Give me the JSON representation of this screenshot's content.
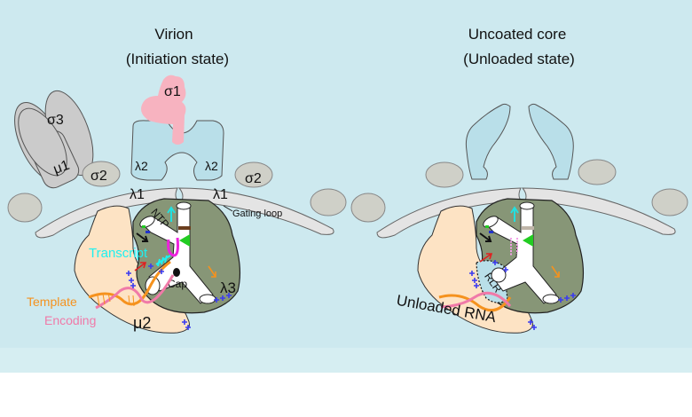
{
  "colors": {
    "background": "#d4ecf1",
    "capsid_grey": "#e4e4e4",
    "sigma2_grey": "#cfd0c8",
    "lambda2_blue": "#b9dfe9",
    "sigma1_pink": "#f7b3c0",
    "lambda3_olive": "#879677",
    "mu2_peach": "#fde3c4",
    "transcript_cyan": "#1ef0f0",
    "template_orange": "#f5921e",
    "encoding_pink": "#f07aa8",
    "plus_blue": "#3b3bf0"
  },
  "left_panel": {
    "title_line1": "Virion",
    "title_line2": "(Initiation state)",
    "labels": {
      "sigma1": "σ1",
      "sigma3": "σ3",
      "mu1": "μ1",
      "sigma2_left": "σ2",
      "sigma2_right": "σ2",
      "lambda2_left": "λ2",
      "lambda2_right": "λ2",
      "lambda1_left": "λ1",
      "lambda1_right": "λ1",
      "gating_loop": "Gating loop",
      "ntp": "NTP",
      "transcript": "Transcript",
      "cap": "Cap",
      "lambda3": "λ3",
      "template": "Template",
      "encoding": "Encoding",
      "mu2": "μ2"
    }
  },
  "right_panel": {
    "title_line1": "Uncoated core",
    "title_line2": "(Unloaded state)",
    "labels": {
      "rlr": "RLR",
      "unloaded_rna": "Unloaded RNA"
    }
  }
}
